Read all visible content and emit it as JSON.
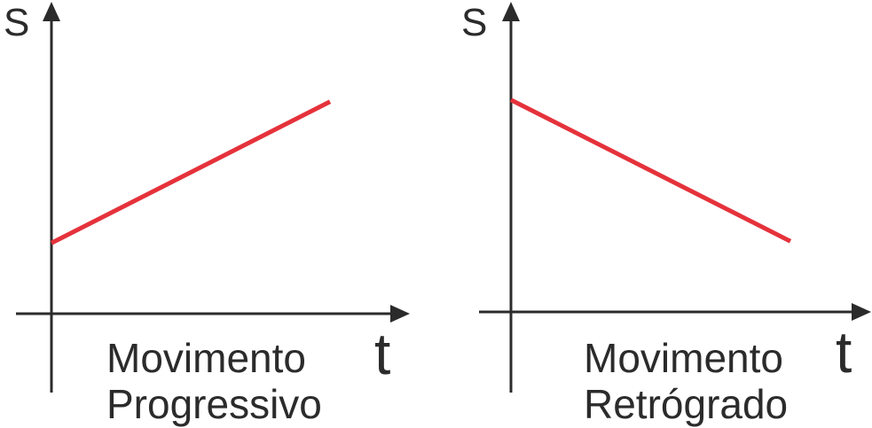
{
  "chart_data": [
    {
      "type": "line",
      "title": "",
      "caption_lines": [
        "Movimento",
        "Progressivo"
      ],
      "xlabel": "t",
      "ylabel": "S",
      "xlim": [
        0,
        10
      ],
      "ylim": [
        0,
        10
      ],
      "grid": false,
      "series": [
        {
          "x": [
            0,
            10
          ],
          "y": [
            2.5,
            7.5
          ]
        }
      ],
      "color": "#e5323b"
    },
    {
      "type": "line",
      "title": "",
      "caption_lines": [
        "Movimento",
        "Retrógrado"
      ],
      "xlabel": "t",
      "ylabel": "S",
      "xlim": [
        0,
        10
      ],
      "ylim": [
        0,
        10
      ],
      "grid": false,
      "series": [
        {
          "x": [
            0,
            10
          ],
          "y": [
            7.5,
            2.5
          ]
        }
      ],
      "color": "#e5323b"
    }
  ]
}
